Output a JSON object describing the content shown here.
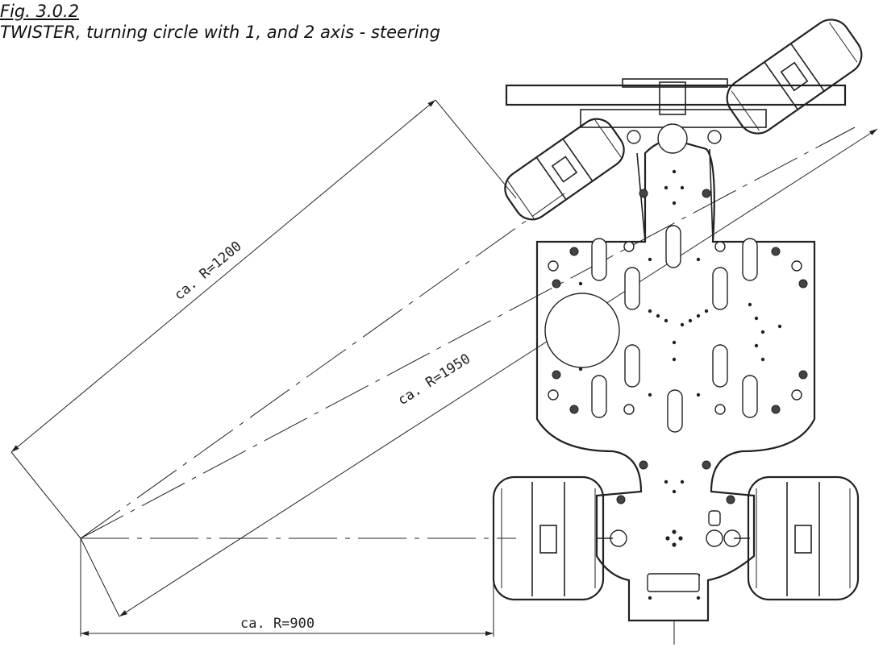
{
  "caption": {
    "figure_number": "Fig. 3.0.2",
    "title": "TWISTER, turning circle with 1, and 2 axis - steering"
  },
  "dimensions": {
    "r1200": "ca. R=1200",
    "r1950": "ca. R=1950",
    "r900": "ca. R=900"
  },
  "colors": {
    "line": "#222222",
    "background": "#ffffff"
  }
}
